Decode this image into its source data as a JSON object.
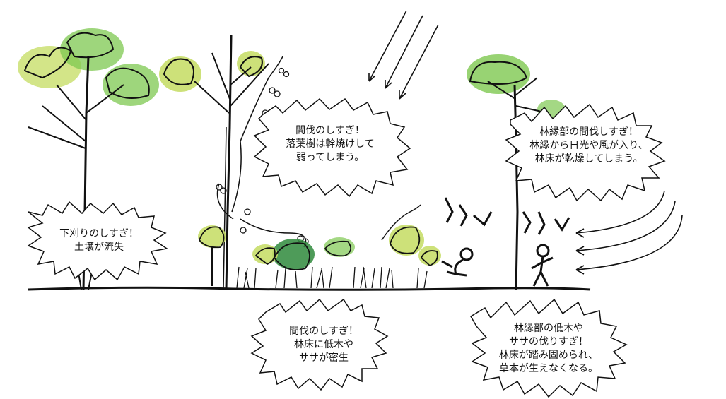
{
  "callouts": {
    "over_thinning_deciduous": {
      "lines": [
        "間伐のしすぎ！",
        "落葉樹は幹焼けして",
        "弱ってしまう。"
      ]
    },
    "edge_thinning": {
      "lines": [
        "林縁部の間伐しすぎ！",
        "林縁から日光や風が入り、",
        "林床が乾燥してしまう。"
      ]
    },
    "over_weeding": {
      "lines": [
        "下刈りのしすぎ！",
        "土壌が流失"
      ]
    },
    "over_thinning_understory": {
      "lines": [
        "間伐のしすぎ！",
        "林床に低木や",
        "ササが密生"
      ]
    },
    "edge_cutting": {
      "lines": [
        "林縁部の低木や",
        "ササの伐りすぎ！",
        "林床が踏み固められ、",
        "草本が生えなくなる。"
      ]
    }
  },
  "colors": {
    "foliage_light": "#c8de6a",
    "foliage_mid": "#7ec850",
    "foliage_dark": "#2f8a3c",
    "ink": "#111111"
  }
}
